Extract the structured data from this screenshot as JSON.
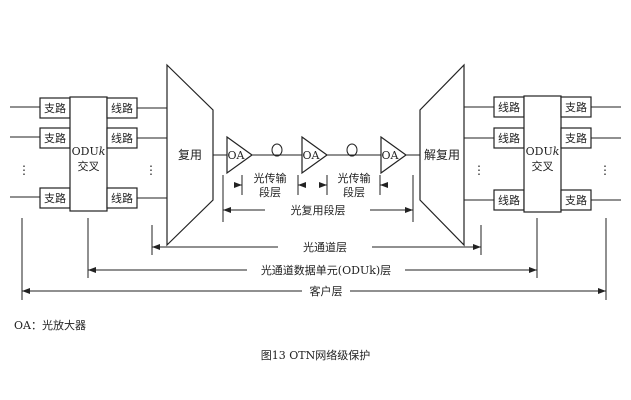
{
  "diagram": {
    "left_node": {
      "tributary_label": "支路",
      "line_label": "线路",
      "cross_label_line1": "ODU",
      "cross_label_k": "k",
      "cross_label_line2": "交叉",
      "ellipsis": "⋮",
      "mux_label": "复用"
    },
    "right_node": {
      "tributary_label": "支路",
      "line_label": "线路",
      "cross_label_line1": "ODU",
      "cross_label_k": "k",
      "cross_label_line2": "交叉",
      "ellipsis": "⋮",
      "demux_label": "解复用"
    },
    "amplifier_label": "OA",
    "ots_label_line1": "光传输",
    "ots_label_line2": "段层",
    "layers": {
      "oms": "光复用段层",
      "och": "光通道层",
      "oduk": "光通道数据单元(ODUk)层",
      "client": "客户层"
    }
  },
  "legend": "OA：光放大器",
  "caption": "图13  OTN网络级保护"
}
